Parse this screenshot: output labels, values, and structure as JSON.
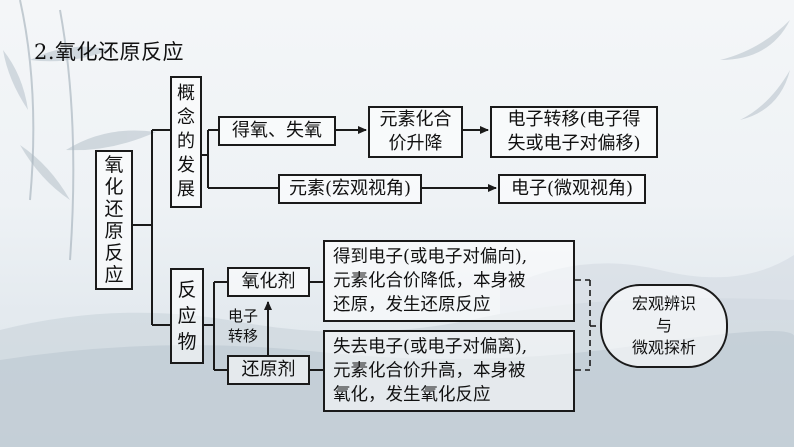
{
  "title": "2.氧化还原反应",
  "root": {
    "chars": [
      "氧",
      "化",
      "还",
      "原",
      "反",
      "应"
    ]
  },
  "concept": {
    "chars": [
      "概",
      "念",
      "的",
      "发",
      "展"
    ]
  },
  "reactant": {
    "chars": [
      "反",
      "应",
      "物"
    ]
  },
  "gain_lose_oxygen": "得氧、失氧",
  "valence_change": {
    "line1": "元素化合",
    "line2": "价升降"
  },
  "electron_transfer": {
    "line1": "电子转移(电子得",
    "line2": "失或电子对偏移)"
  },
  "element_macro": "元素(宏观视角)",
  "electron_micro": "电子(微观视角)",
  "oxidizer": "氧化剂",
  "reducer": "还原剂",
  "electron_transfer_label": {
    "line1": "电子",
    "line2": "转移"
  },
  "oxidizer_desc": {
    "line1": "得到电子(或电子对偏向),",
    "line2": "元素化合价降低，本身被",
    "line3": "还原，发生还原反应"
  },
  "reducer_desc": {
    "line1": "失去电子(或电子对偏离),",
    "line2": "元素化合价升高，本身被",
    "line3": "氧化，发生氧化反应"
  },
  "oval": {
    "line1": "宏观辨识",
    "line2": "与",
    "line3": "微观探析"
  },
  "colors": {
    "line": "#1a1a1a",
    "background": "#eef2f5"
  }
}
